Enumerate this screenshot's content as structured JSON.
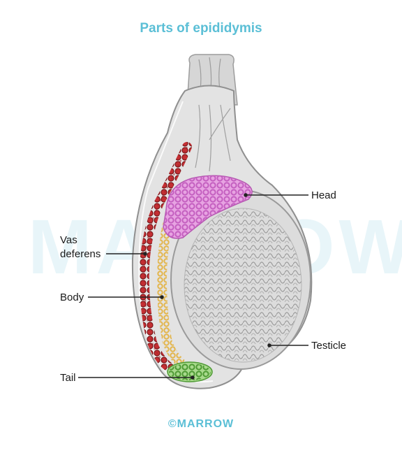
{
  "title": "Parts of epididymis",
  "watermark": "MARROW",
  "labels": {
    "head": "Head",
    "vas_deferens_line1": "Vas",
    "vas_deferens_line2": "deferens",
    "body": "Body",
    "testicle": "Testicle",
    "tail": "Tail"
  },
  "footer": "©MARROW",
  "colors": {
    "title": "#5bbfd6",
    "vas_deferens": "#b3262b",
    "head": "#d97fd6",
    "body": "#f2d58a",
    "tail": "#7cc35a",
    "testis": "#d9d9d9",
    "tunica": "#c8c8c8"
  }
}
